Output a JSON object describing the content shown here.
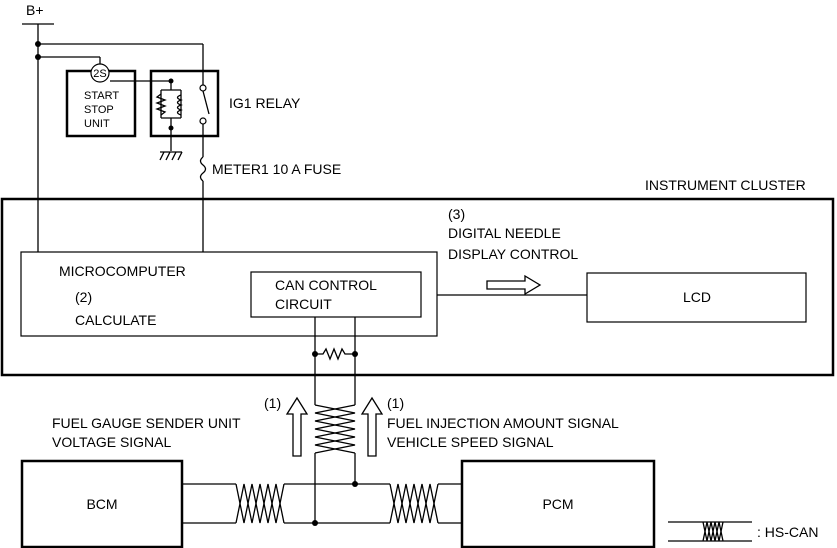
{
  "supply": {
    "label": "B+"
  },
  "start_stop_unit": {
    "connector": "2S",
    "line1": "START",
    "line2": "STOP",
    "line3": "UNIT"
  },
  "ig1_relay": {
    "label": "IG1 RELAY"
  },
  "fuse": {
    "label": "METER1 10 A FUSE"
  },
  "instrument_cluster": {
    "label": "INSTRUMENT CLUSTER",
    "microcomputer": {
      "label": "MICROCOMPUTER",
      "step": "(2)",
      "step_text": "CALCULATE",
      "can_control": {
        "line1": "CAN CONTROL",
        "line2": "CIRCUIT"
      }
    },
    "display_control": {
      "step": "(3)",
      "line1": "DIGITAL NEEDLE",
      "line2": "DISPLAY CONTROL"
    },
    "lcd": {
      "label": "LCD"
    }
  },
  "signals_left": {
    "step": "(1)",
    "line1": "FUEL GAUGE SENDER UNIT",
    "line2": "VOLTAGE SIGNAL"
  },
  "signals_right": {
    "step": "(1)",
    "line1": "FUEL INJECTION AMOUNT SIGNAL",
    "line2": "VEHICLE SPEED SIGNAL"
  },
  "bcm": {
    "label": "BCM"
  },
  "pcm": {
    "label": "PCM"
  },
  "legend": {
    "label": ": HS-CAN"
  }
}
